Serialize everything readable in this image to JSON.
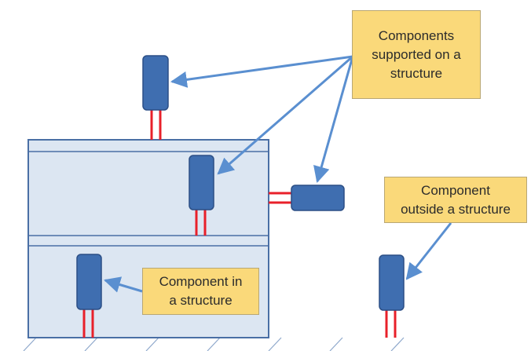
{
  "colors": {
    "building_fill": "#dce6f2",
    "building_stroke": "#4a6fa5",
    "component_fill": "#3f6eb0",
    "component_stroke": "#2c4f86",
    "support_leg": "#e8202a",
    "arrow": "#5a8fd0",
    "callout_fill": "#fad97a",
    "ground_hatch": "#8fa9cc"
  },
  "callouts": {
    "supported": {
      "line1": "Components",
      "line2": "supported on a",
      "line3": "structure"
    },
    "outside": {
      "line1": "Component",
      "line2": "outside a structure"
    },
    "in_structure": {
      "line1": "Component in",
      "line2": "a structure"
    }
  }
}
